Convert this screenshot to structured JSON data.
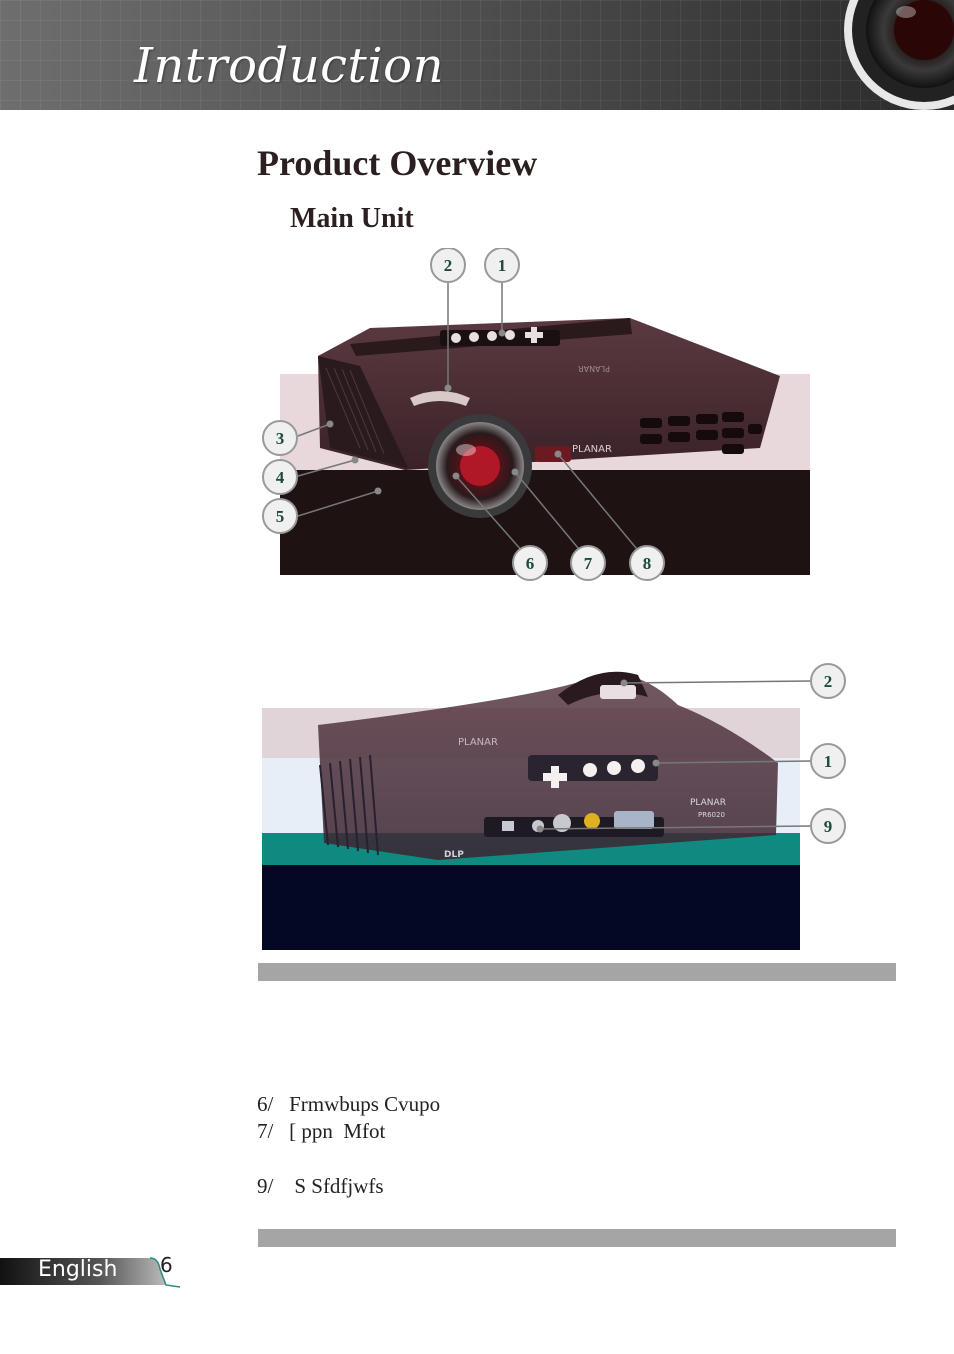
{
  "header": {
    "title": "Introduction"
  },
  "section": {
    "title": "Product Overview",
    "subtitle": "Main Unit"
  },
  "figure_front": {
    "brand_label": "PLANAR",
    "callouts": [
      "2",
      "1",
      "3",
      "4",
      "5",
      "6",
      "7",
      "8"
    ]
  },
  "figure_rear": {
    "brand_label": "PLANAR",
    "model_label": "PR6020",
    "logo_label": "DLP",
    "callouts": [
      "2",
      "1",
      "9"
    ]
  },
  "parts_list": [
    {
      "line": "6/   Frmwbups Cvupo"
    },
    {
      "line": "7/   [ ppn  Mfot"
    },
    {
      "line": "9/    S Sfdfjwfs"
    }
  ],
  "footer": {
    "language": "English",
    "page_number": "6"
  },
  "colors": {
    "banner_dark": "#2a2a2a",
    "callout_fill": "#f0f0f0",
    "callout_text": "#1f4a3a",
    "bar_grey": "#a5a5a5",
    "projector_body": "#4a2a30"
  }
}
